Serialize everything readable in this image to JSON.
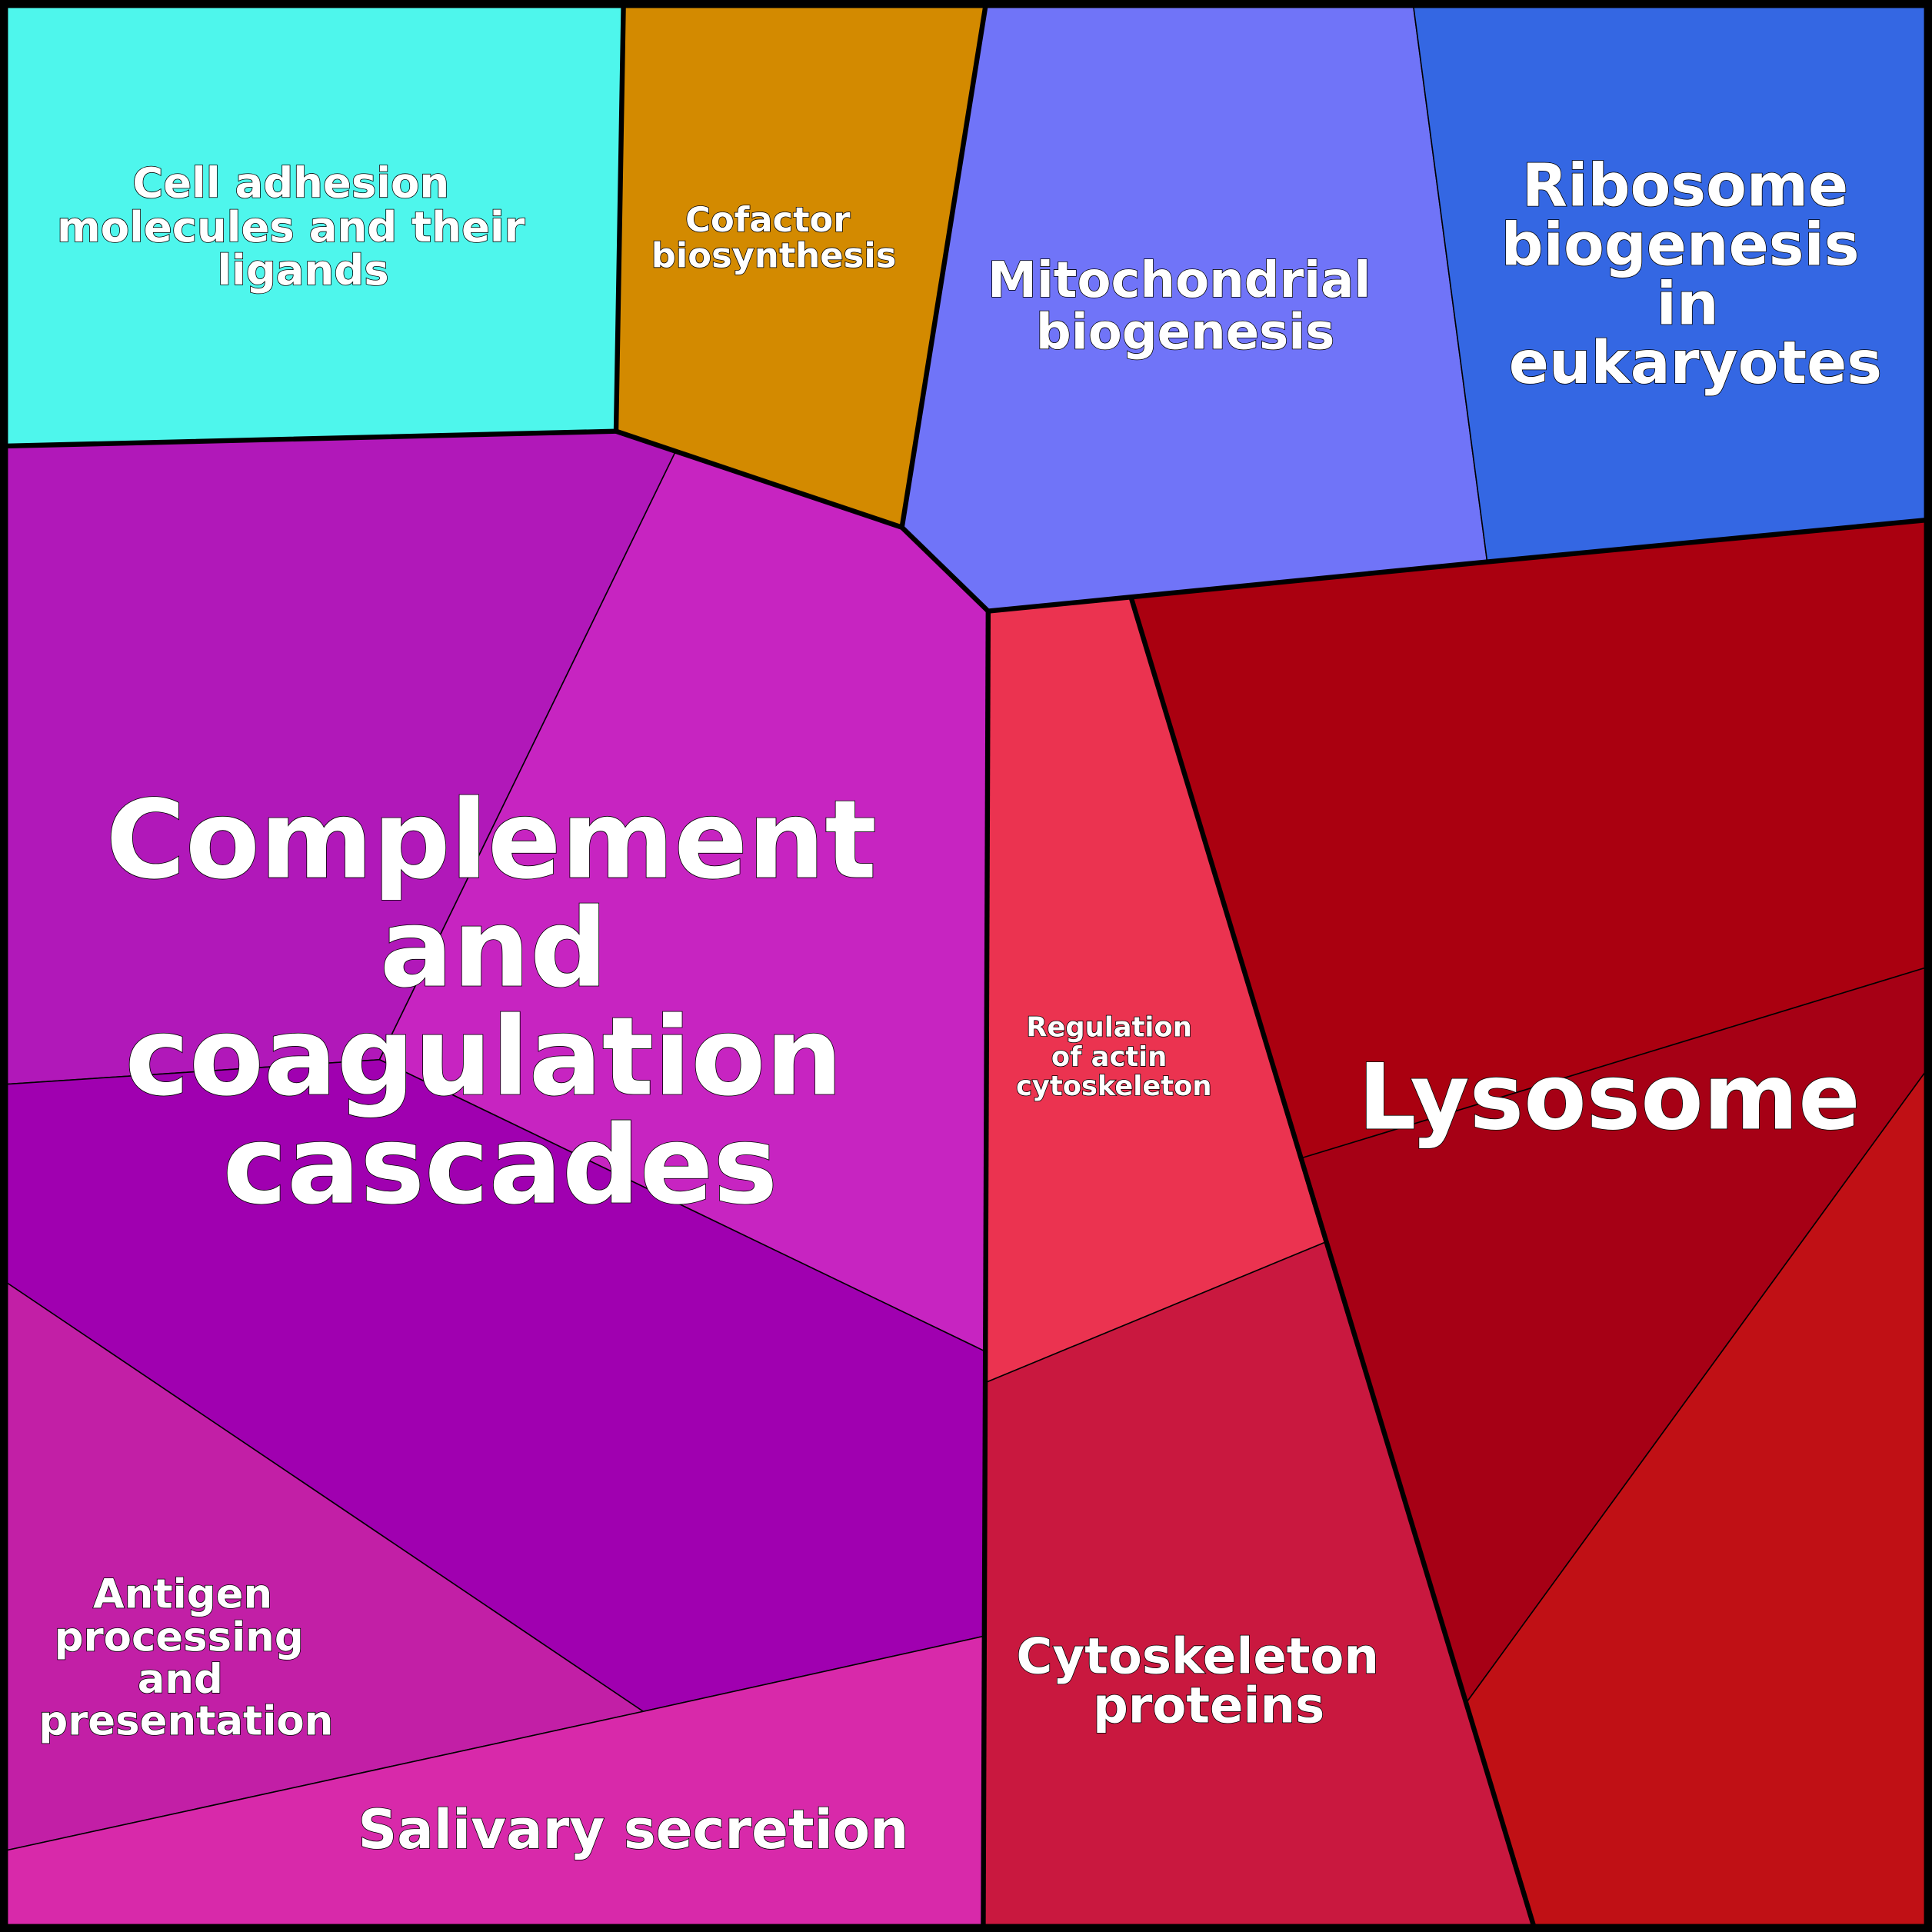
{
  "chart_data": {
    "type": "voronoi-treemap",
    "colors": {
      "cell_adhesion": "#4EF6EC",
      "cofactor": "#D38A00",
      "mitochondrial": "#7074F8",
      "ribosome": "#3467E3",
      "complement_a": "#B118B9",
      "complement_b": "#C724C1",
      "complement_c": "#A000B0",
      "antigen": "#C21FA6",
      "salivary": "#D829AA",
      "actin": "#EB3350",
      "cytoskeleton": "#C9183F",
      "lysosome_a": "#AA0010",
      "lysosome_b": "#A60015",
      "lysosome_c": "#C01015"
    },
    "labels": {
      "cell_adhesion": [
        "Cell adhesion",
        "molecules and their",
        "ligands"
      ],
      "cofactor": [
        "Cofactor",
        "biosynthesis"
      ],
      "mitochondrial": [
        "Mitochondrial",
        "biogenesis"
      ],
      "ribosome": [
        "Ribosome",
        "biogenesis",
        "in",
        "eukaryotes"
      ],
      "complement": [
        "Complement",
        "and",
        "coagulation",
        "cascades"
      ],
      "actin": [
        "Regulation",
        "of actin",
        "cytoskeleton"
      ],
      "lysosome": [
        "Lysosome"
      ],
      "antigen": [
        "Antigen",
        "processing",
        "and",
        "presentation"
      ],
      "cytoskeleton": [
        "Cytoskeleton",
        "proteins"
      ],
      "salivary": [
        "Salivary secretion"
      ]
    }
  }
}
